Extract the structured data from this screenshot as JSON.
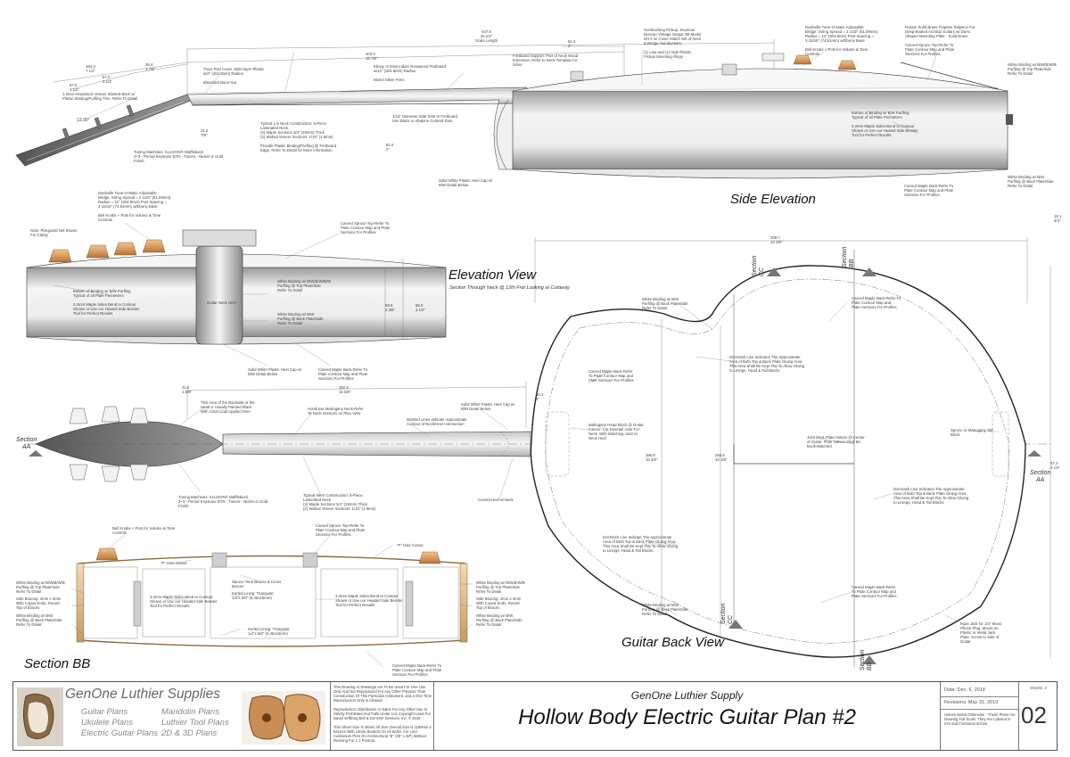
{
  "views": {
    "side_elevation": "Side Elevation",
    "elevation_view": "Elevation View",
    "elevation_sub": "Section Through Neck @ 12th Fret Looking at Cutaway",
    "guitar_back_view": "Guitar Back View",
    "section_bb": "Section BB"
  },
  "sections": {
    "aa_left": "Section\nAA",
    "aa_right": "Section\nAA",
    "bb_top": "Section\nBB",
    "bb_bottom": "Section\nBB",
    "cc_top": "Section\nCC",
    "cc_bottom": "Section\nCC"
  },
  "dims": {
    "d647": "647.5\n25.1/2\"\nScale Length",
    "d184": "184.3\n7.1/4\"",
    "d57a": "57.0\n2.1/4\"",
    "d57b": "57.0\n2.1/4\"",
    "d48": "48.4\n1.7/8\"",
    "d403": "403.0\n15 7/8\"",
    "d51": "51.2\n2\"",
    "d1390": "13.90°",
    "d21": "21.2\n7/8\"",
    "d41": "41.4\n1.5/8\"",
    "d382": "382.5\n15 5/8\"",
    "d339": "339.7\n13 3/8\"",
    "d390": "390.8\n15 3/8\"",
    "d256": "256.5\n10 1/8\"",
    "d57c": "57.2\n2 1/4\"",
    "d89": "89.0\n3 1/2\"",
    "d59": "59.8\n2 3/8\"",
    "d50": "50.3\n2\"",
    "d19": "19.1\n3/4\"",
    "d52": "52.0\n2\""
  },
  "notes": {
    "headstock_veneer": "1.2mm Headstock Veneer Slanted Back w/\nPlastic Binding/Purfling Trim. Refer To Detail",
    "truss_rod_cover": "Truss Rod Cover, Multi-layer Plastic\nw/2\" (404.8mm) Radius\n\nBleached Bone Nut",
    "fretboard": "Ebony or East Indian Rosewood Fretboard\nw/12\" (304.8mm) Radius\n\nNickel Silver Frets",
    "fretboard_support": "Fretboard Support: Part of Neck Wood\nExtension. Refer to Neck Template for\nSizes",
    "pickups": "Humbucking Pickup: Seymour\nDuncan Vintage Output '59 Model\nSH-1 w/ Cover Match Set of Neck\n& Bridge Humbuckers\n\n(1) Low and (1) High Plastic\nPickup Mounting Rings",
    "bridge": "Nashville Tune-O-Matic Adjustable\nBridge: String Spread = 2 1/32\" (51.59mm)\nRadius = 12\" (304.8mm) Post Spacing =\n2-15/16\" (74.61mm) w/Ebony Base\n\nBell Knobs + Pots for Volume & Tone\nControls",
    "tailpiece": "Rusion Solid Brass Trapeze Tailpiece For\nDeep-Bodied Archtop Guitars w/ Dano\nShaped Mounting Plate - Solid Brass\n\nCarved Spruce Top-Refer To\nPlate Contour Map and Plate\nSections For Profiles",
    "white_binding_top": "White Binding w/ B/W/B/W/B\nPurfling @ Top Plate/Side\nRefer To Detail",
    "neck_laminate": "Typical L-5 Neck Construction: 5-Piece\nLaminated Neck.\n(3) Maple Sections 3/4\" (19mm) Thick\n(2) Walnut Veneer Sections: 1/16\" (1.8mm)\n\nProvide Plastic Binding/Purfling @ Fretboard\nEdge. Refer To Detail for More Information",
    "side_dots": "1/16\" Diameter Side Dots In Fretboard\nUse Black or Abalone Colored Dots",
    "purfling_bottom": "Bottom of Binding w/ B/W Purfling\nTypical of all Plate Perimeters\n\n3.2mm Maple Sides Bend to Contour\nShown or Use our Heated Side Bender\nTool for Perfect Results",
    "heel_cap": "Solid White Plastic Heel Cap w/\nB/W Detail Below",
    "white_binding_back": "White Binding w/ B/W\nPurfling @ Back Plate/Side\nRefer To Detail",
    "carved_maple_back": "Carved Maple Back-Refer To\nPlate Contour Map and Plate\nSections For Profiles",
    "tuning_machines": "Tuning Machines: KLUSON® Waffleback\n3+3 - Period Keystone BTN - Tuners - Nickel or Gold\nFinish",
    "pickguard": "Note: Pickguard Not Shown\nFor Clarity",
    "ev_bridge": "Nashville Tune-O-Matic Adjustable\nBridge: String Spread = 2 1/32\" (51.59mm)\nRadius = 12\" (304.8mm) Post Spacing =\n2-15/16\" (74.61mm) w/Ebony Base\n\nBell Knobs + Pots for Volume & Tone\nControls",
    "ev_spruce": "Carved Spruce Top-Refer To\nPlate Contour Map and Plate\nSections For Profiles",
    "ev_purfling": "Bottom of Binding w/ B/W Purfling\nTypical of all Plate Perimeters\n\n3.2mm Maple Sides Bend to Contour\nShown or Use our Heated Side Bender\nTool for Perfect Results",
    "guitar_neck_heel": "Guitar Neck Heel",
    "ev_white_top": "White Binding w/ B/W/B/W/B/W\nPurfling @ Top Plate/Side\nRefer To Detail",
    "ev_white_back": "White Binding w/ B/W\nPurfling @ Back Plate/Side\nRefer To Detail",
    "ev_heel_cap": "Solid White Plastic Heel Cap w/\nB/W Detail Below",
    "ev_maple": "Carved Maple Back-Refer To\nPlate Contour Map and Plate\nSections For Profiles",
    "head_back": "This Area of the Backside of the\nHead is Usually Painted Black\nWith Clear Coat Applied Over",
    "mahogany_veneer": "Honduras Mahogany Neck-Refer\nTo Neck Sections on Plan View",
    "dashed_neck": "Dashed Lines Indicate Approximate\nContour of Neck/Heel Intersection",
    "back_heel_cap": "Solid White Plastic Heel Cap w/\nB/W Detail Below",
    "back_tuning": "Tuning Machines: KLUSON® Waffleback\n3+3 - Period Keystone BTN - Tuners - Nickel or Gold\nFinish",
    "back_neck_constr": "Typical Neck Construction: 5-Piece\nLaminated Neck\n(3) Maple Sections 3/4\" (19mm) Thick\n(2) Walnut Veneer Sections: 1/16\" (1.8mm)",
    "curved_heel": "Curved Heel at Neck",
    "bv_white_binding": "White Binding w/ B/W\nPurfling @ Back Plate/Side\nRefer To Detail",
    "bv_carved_maple": "Carved Maple Back-Refer To\nPlate Contour Map and\nPlate Sections For Profiles",
    "bv_dot_dash_top": "Dot-Dash Line Indicates The Approximate\nArea of Both Top & Back Plate Gluing Area\nThis Area Shall Be Kept Flat To Allow Gluing\nto Linings, Head & Tail Blocks",
    "bv_carved_left": "Carved Maple Back-Refer\nTo Plate Contour Map and\nPlate Sections For Profiles",
    "bv_mahogany": "Mahogany Head Block @ Guitar\nInterior: Cut Dovetail Joint For\nNeck, With Matching Joint At\nNeck Heel",
    "bv_joint": "Joint Back Plate Halves @ Center\nof Guitar. Plate Halves Shall Be\nBook-Matched",
    "bv_spruce_tail": "Spruce or Mahogany Tail\nBlock",
    "bv_dot_dash_right": "Dot-Dash Line Indicates The Approximate\nArea of Both Top & Back Plate Gluing Area\nThis Area Shall Be Kept Flat To Allow Gluing\nto Linings, Head & Tail Blocks",
    "bv_dot_dash_low": "Dot-Dash Line Indicate The Approximate\nArea of Both Top & Back Plate Gluing Area\nThis Area Shall Be Kept Flat To Allow Gluing\nto Linings, Head & Tail Blocks",
    "bv_carved_maple_low": "Carved Maple Back-Refer\nTo Plate Contour Map and\nPlate Sections For Profiles",
    "bv_white_low": "White Binding w/ B/W\nPurfling @ Back Plate/Side\nRefer To Detail",
    "bv_input_jack": "Input Jack for 1/4\" Mono\nPhone Plug, Mount on\nPlastic or Metal Jack\nPlate. Screw to Side of\nGuitar",
    "bb_bell_knobs": "Bell Knobs + Pots for Volume & Tone\nControls",
    "bb_spruce": "Carved Spruce Top-Refer To\nPlate Contour Map and Plate\nSections For Profiles",
    "bb_f_hole_left": "\"F\" Hole Cutout",
    "bb_f_hole_right": "\"F\" Hole Cutout",
    "bb_white_top_left": "White Binding w/ B/W/B/W/B\nPurfling @ Top Plate/Side\nRefer To Detail",
    "bb_side_bracing_left": "Side Bracing: 4mm x 4mm\nWith Coped Ends, Round\nTop of Braces",
    "bb_white_back_left": "White Binding w/ B/W\nPurfling @ Back Plate/Side\nRefer To Detail",
    "bb_maple_sides_left": "3.2mm Maple Sides Bend to Contour\nShown or Use our Headed Side Bender\nTool for Perfect Results",
    "bb_spruce_tone": "Spruce Tone Braces & Cross\nBraces",
    "bb_kerfed_top": "Kerfed Lining: Triangular\n1/4\"x 5/8\" (6.35x16mm)",
    "bb_maple_sides_right": "3.2mm Maple Sides Bend to Contour\nShown or Use our Headed Side Bender\nTool for Perfect Results",
    "bb_kerfed_bottom": "Kerfed Lining: Triangular\n1/4\"x 5/8\" (6.35x16mm)",
    "bb_white_top_right": "White Binding w/ B/W/B/W/B\nPurfling @ Top Plate/Side\nRefer To Detail",
    "bb_side_bracing_right": "Side Bracing: 4mm x 4mm\nWith Coped Ends, Round\nTop of Braces",
    "bb_white_back_right": "White Binding w/ B/W\nPurfling @ Back Plate/Side\nRefer To Detail",
    "bb_carved_maple": "Carved Maple Back-Refer To\nPlate Contour Map and Plate\nSections For Profiles"
  },
  "title_block": {
    "company": "GenOne Luthier Supplies",
    "products_col1": [
      "Guitar Plans",
      "Ukulele Plans",
      "Electric Guitar Plans"
    ],
    "products_col2": [
      "Mandolin Plans",
      "Luthier Tool Plans",
      "2D & 3D Plans"
    ],
    "disclaimer": "This Drawing or Drawings Are To Be Used For One Use Only And Not Reproduced For Any Other Purpose Than Construction Of This Particular Instrument, and a One Time Reproduction Only is Allowed.\n\nReproduction, Distribution or Sales For Any Other Use Is Strictly Prohibited And Falls Under U.S Copyright Laws For David Veffburg Bell & GenOne Services, Inc. © 2019\n\nThis Sheet Size Is 36mm All Size Overall Size is 1189mm x 841mm With 15mm Borders On All Sides. For USA Customers Print On Architectural \"E\" (36\" x 48\") Without Resizing For 1:1 Printout.",
    "supplier": "GenOne Luthier Supply",
    "main_title": "Hollow Body Electric Guitar Plan #2",
    "date": "Date: Dec. 6, 2014",
    "revisions": "Revisions: May 31, 2019",
    "units_note": "Unless Noted Otherwise - These Plans Are Drawing Full Scale. They Are Labeled in mm and Fractional Inches.",
    "sheet_label": "Sheets: 2",
    "sheet_number": "02"
  }
}
